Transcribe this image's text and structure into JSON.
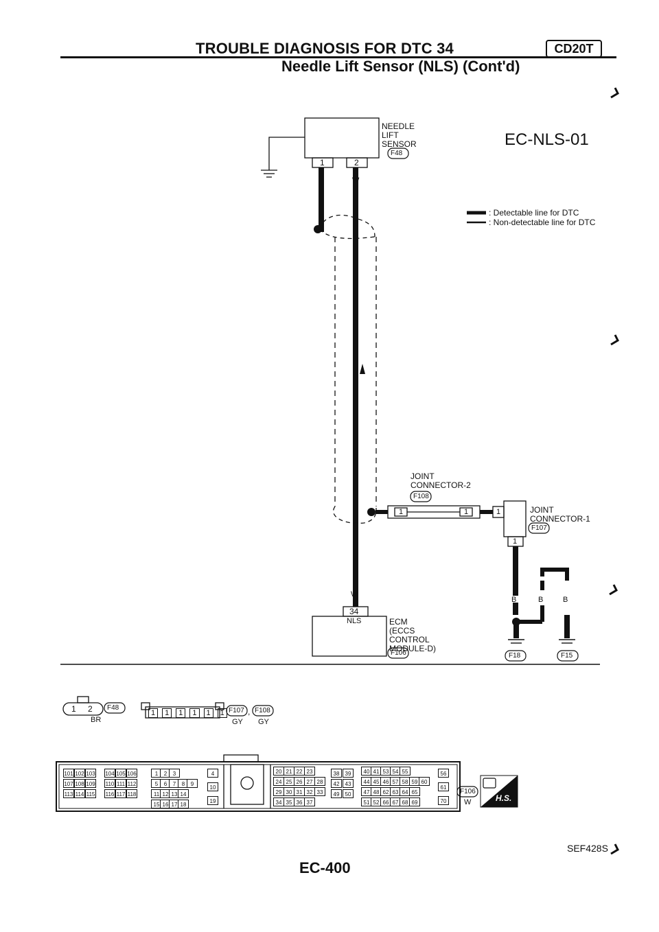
{
  "header": {
    "title": "TROUBLE DIAGNOSIS FOR DTC 34",
    "subtitle": "Needle Lift Sensor (NLS) (Cont'd)",
    "engine_tag": "CD20T"
  },
  "diagram": {
    "code": "EC-NLS-01",
    "legend": {
      "detectable": ": Detectable line for DTC",
      "non_detectable": ": Non-detectable line for DTC"
    },
    "sensor": {
      "name": "NEEDLE\nLIFT\nSENSOR",
      "connector": "F48",
      "pin1": "1",
      "pin2": "2",
      "wire_color": "W"
    },
    "joint2": {
      "name": "JOINT\nCONNECTOR-2",
      "connector": "F108",
      "pin_left": "1",
      "pin_right": "1"
    },
    "joint1": {
      "name": "JOINT\nCONNECTOR-1",
      "connector": "F107",
      "pin_top": "1",
      "pin_bottom": "1"
    },
    "ecm": {
      "name": "ECM\n(ECCS\nCONTROL\nMODULE-D)",
      "connector": "F106",
      "pin": "34",
      "pin_label": "NLS",
      "wire_color": "W"
    },
    "grounds": {
      "b1": "B",
      "b2": "B",
      "b3": "B",
      "g1": "F18",
      "g2": "F15"
    }
  },
  "connectors": {
    "f48": {
      "id": "F48",
      "pins": [
        "1",
        "2"
      ],
      "color": "BR"
    },
    "f107_108": {
      "id1": "F107",
      "id2": "F108",
      "sep": ",",
      "pins": [
        "1",
        "1",
        "1",
        "1",
        "1",
        "1"
      ],
      "color1": "GY",
      "color2": "GY"
    },
    "ecm": {
      "id": "F106",
      "color": "W",
      "hs": "H.S.",
      "block_a": [
        [
          "101",
          "102",
          "103"
        ],
        [
          "107",
          "108",
          "109"
        ],
        [
          "113",
          "114",
          "115"
        ]
      ],
      "block_b": [
        [
          "104",
          "105",
          "106"
        ],
        [
          "110",
          "111",
          "112"
        ],
        [
          "116",
          "117",
          "118"
        ]
      ],
      "block_c": [
        [
          "1",
          "2",
          "3"
        ],
        [
          "5",
          "6",
          "7",
          "8",
          "9"
        ],
        [
          "11",
          "12",
          "13",
          "14"
        ],
        [
          "15",
          "16",
          "17",
          "18"
        ]
      ],
      "block_d": [
        "4",
        "10",
        "19"
      ],
      "block_e": [
        [
          "20",
          "21",
          "22",
          "23"
        ],
        [
          "24",
          "25",
          "26",
          "27",
          "28"
        ],
        [
          "29",
          "30",
          "31",
          "32",
          "33"
        ],
        [
          "34",
          "35",
          "36",
          "37"
        ]
      ],
      "block_f": [
        [
          "38",
          "39"
        ],
        [
          "42",
          "43"
        ],
        [
          "49",
          "50"
        ]
      ],
      "block_g": [
        [
          "40",
          "41",
          "53",
          "54",
          "55"
        ],
        [
          "44",
          "45",
          "46",
          "57",
          "58",
          "59",
          "60"
        ],
        [
          "47",
          "48",
          "62",
          "63",
          "64",
          "65"
        ],
        [
          "51",
          "52",
          "66",
          "67",
          "68",
          "69"
        ]
      ],
      "block_h": [
        "56",
        "61",
        "70"
      ]
    }
  },
  "footer": {
    "code": "SEF428S",
    "page": "EC-400"
  }
}
